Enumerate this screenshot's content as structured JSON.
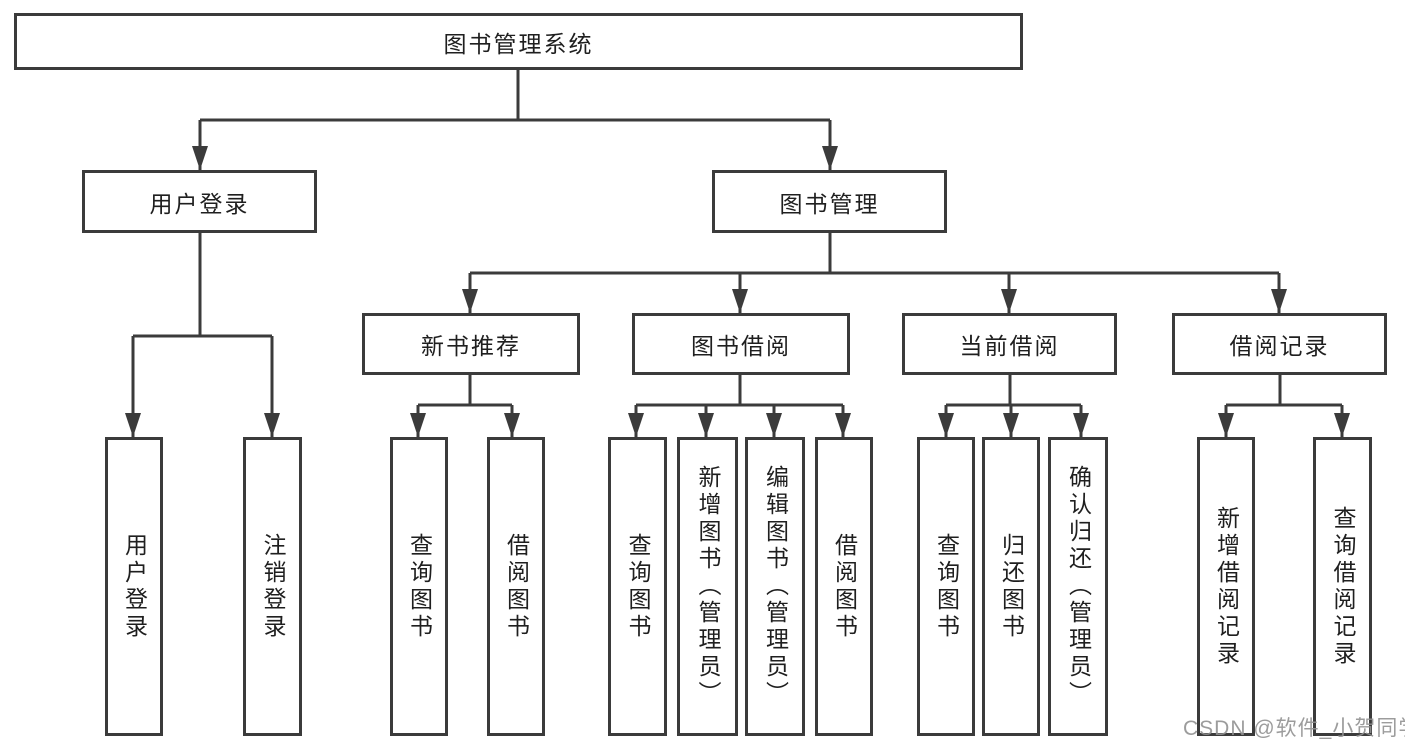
{
  "tree": {
    "root": {
      "label": "图书管理系统"
    },
    "level2": [
      {
        "label": "用户登录"
      },
      {
        "label": "图书管理"
      }
    ],
    "level3": [
      {
        "label": "新书推荐"
      },
      {
        "label": "图书借阅"
      },
      {
        "label": "当前借阅"
      },
      {
        "label": "借阅记录"
      }
    ],
    "leaves": {
      "user_login": [
        {
          "label": "用户登录"
        },
        {
          "label": "注销登录"
        }
      ],
      "new_book_rec": [
        {
          "label": "查询图书"
        },
        {
          "label": "借阅图书"
        }
      ],
      "book_borrow": [
        {
          "label": "查询图书"
        },
        {
          "label": "新增图书（管理员）"
        },
        {
          "label": "编辑图书（管理员）"
        },
        {
          "label": "借阅图书"
        }
      ],
      "current_borrow": [
        {
          "label": "查询图书"
        },
        {
          "label": "归还图书"
        },
        {
          "label": "确认归还（管理员）"
        }
      ],
      "borrow_records": [
        {
          "label": "新增借阅记录"
        },
        {
          "label": "查询借阅记录"
        }
      ]
    }
  },
  "colors": {
    "line": "#3b3b3b",
    "text": "#1f1f1f",
    "watermark": "#919191"
  },
  "watermark": "CSDN @软件_小贺同学"
}
